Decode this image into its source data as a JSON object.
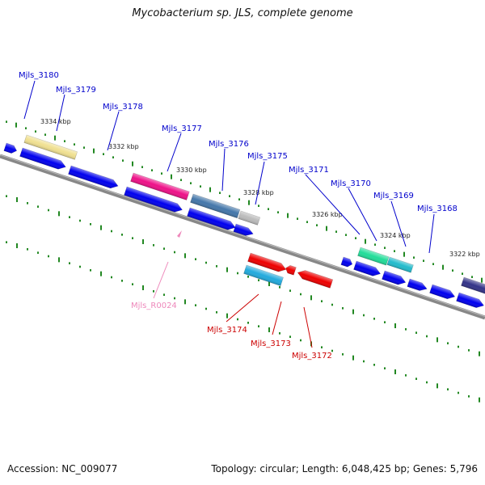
{
  "title": "Mycobacterium sp. JLS, complete genome",
  "footer": {
    "accession": "Accession: NC_009077",
    "stats": "Topology: circular; Length: 6,048,425 bp; Genes: 5,796"
  },
  "scale_labels": [
    "3334 kbp",
    "3332 kbp",
    "3330 kbp",
    "3328 kbp",
    "3326 kbp",
    "3324 kbp",
    "3322 kbp"
  ],
  "colors": {
    "forward_label": "#0000cc",
    "reverse_label": "#cc0000",
    "rna_label": "#ee88bb",
    "gene_blue": "#0000ee",
    "gene_red": "#ee0000",
    "backbone": "#888888",
    "tick": "#228822"
  },
  "forward_genes": [
    {
      "name": "Mjls_3180",
      "color": "#f0e090"
    },
    {
      "name": "Mjls_3179",
      "color": "#0000ee"
    },
    {
      "name": "Mjls_3178",
      "color": "#0000ee"
    },
    {
      "name": "Mjls_3177",
      "color": "#ee1188"
    },
    {
      "name": "Mjls_3176",
      "color": "#4477aa"
    },
    {
      "name": "Mjls_3175",
      "color": "#bbbbbb"
    },
    {
      "name": "Mjls_3171",
      "color": "#0000ee"
    },
    {
      "name": "Mjls_3170",
      "color": "#22dd99"
    },
    {
      "name": "Mjls_3169",
      "color": "#22bbcc"
    },
    {
      "name": "Mjls_3168",
      "color": "#0000ee"
    }
  ],
  "reverse_genes": [
    {
      "name": "Mjls_3174",
      "color": "#22aadd"
    },
    {
      "name": "Mjls_3173",
      "color": "#ee0000"
    },
    {
      "name": "Mjls_3172",
      "color": "#ee0000"
    }
  ],
  "rna_genes": [
    {
      "name": "Mjls_R0024",
      "color": "#ee88bb"
    }
  ]
}
